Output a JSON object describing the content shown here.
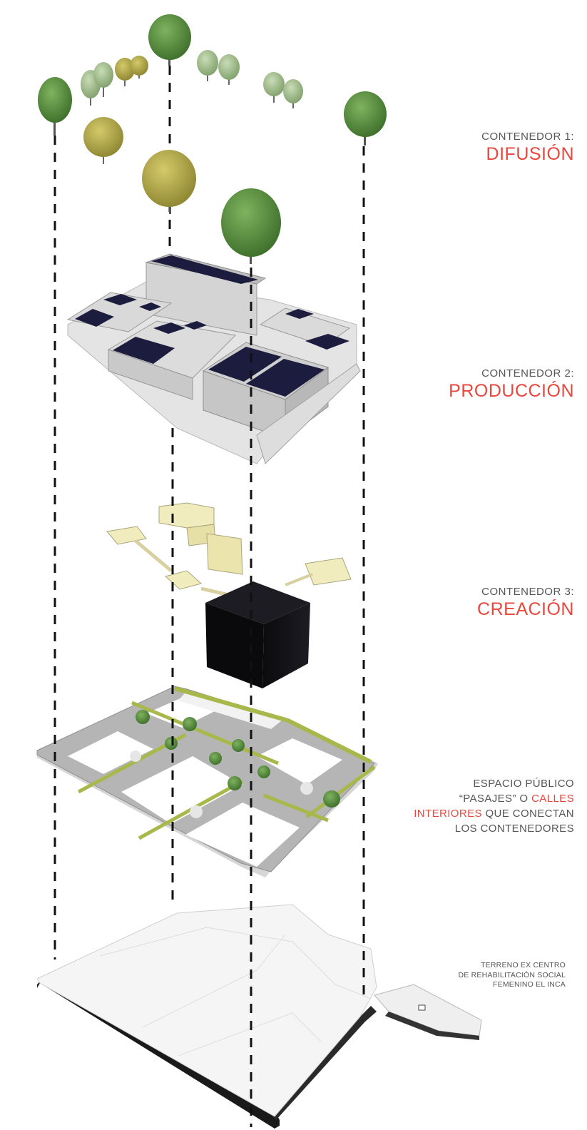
{
  "colors": {
    "accent": "#e8473d",
    "text": "#555555",
    "dash": "#111111",
    "creation_block": "#0f0f12",
    "solar_panel": "#1c1c3e",
    "tree_green": "#4f8a3a",
    "tree_yellow": "#b7ad45",
    "grass": "#a9b84a",
    "paving": "#9e9e9e",
    "terrain": "#f4f4f4"
  },
  "labels": {
    "c1": {
      "prefix": "CONTENEDOR 1:",
      "name": "DIFUSIÓN"
    },
    "c2": {
      "prefix": "CONTENEDOR 2:",
      "name": "PRODUCCIÓN"
    },
    "c3": {
      "prefix": "CONTENEDOR 3:",
      "name": "CREACIÓN"
    },
    "public_space": {
      "line1": "ESPACIO PÚBLICO",
      "line2a": "“PASAJES” O ",
      "line2b": "CALLES",
      "line3a": "INTERIORES",
      "line3b": " QUE CONECTAN",
      "line4": "LOS CONTENEDORES"
    },
    "terrain": {
      "line1": "TERRENO EX CENTRO",
      "line2": "DE REHABILITACIÓN SOCIAL",
      "line3": "FEMENINO EL INCA"
    }
  },
  "icons": [
    "tree-icon"
  ]
}
